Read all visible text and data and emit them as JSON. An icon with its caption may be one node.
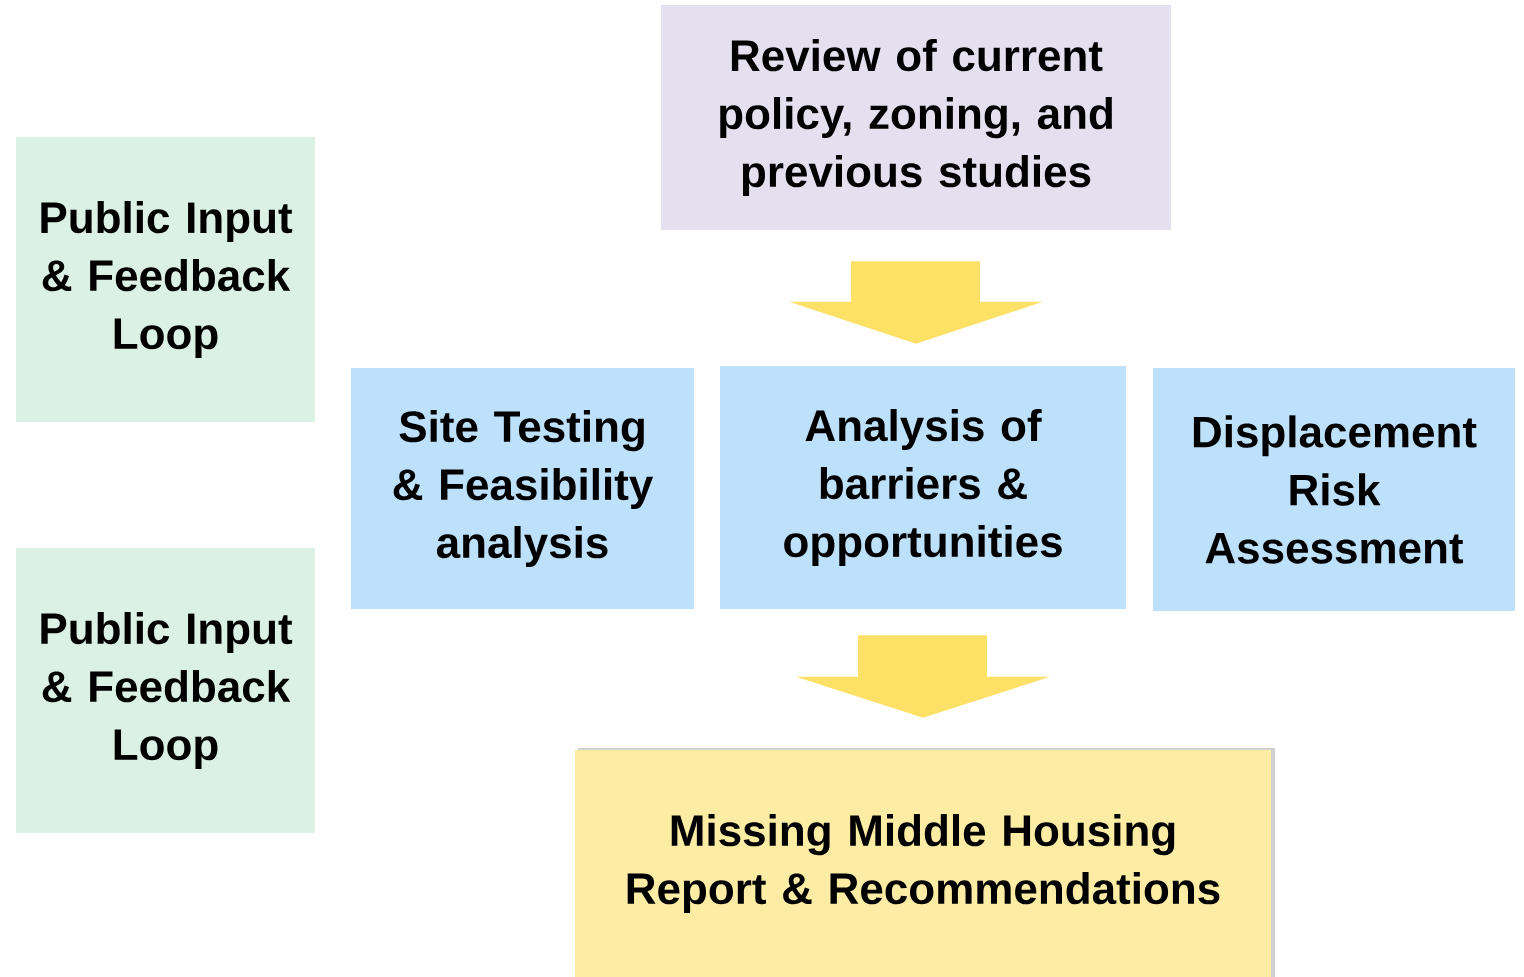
{
  "diagram": {
    "nodes": [
      {
        "text": [
          "Review of current policy, zoning, and previous studies"
        ]
      },
      {
        "text": [
          "Public Input & Feedback Loop"
        ]
      },
      {
        "text": [
          "Site Testing & Feasibility analysis"
        ]
      },
      {
        "text": [
          "Analysis of barriers & opportunities"
        ]
      },
      {
        "text": [
          "Displacement Risk Assessment"
        ]
      },
      {
        "text": [
          "Public Input & Feedback Loop"
        ]
      },
      {
        "text": [
          "Missing Middle Housing Report & Recommendations"
        ]
      }
    ],
    "edges": [
      {
        "from": 0,
        "to": 3,
        "arrow": "to"
      },
      {
        "from": 3,
        "to": 6,
        "arrow": "to"
      }
    ]
  }
}
